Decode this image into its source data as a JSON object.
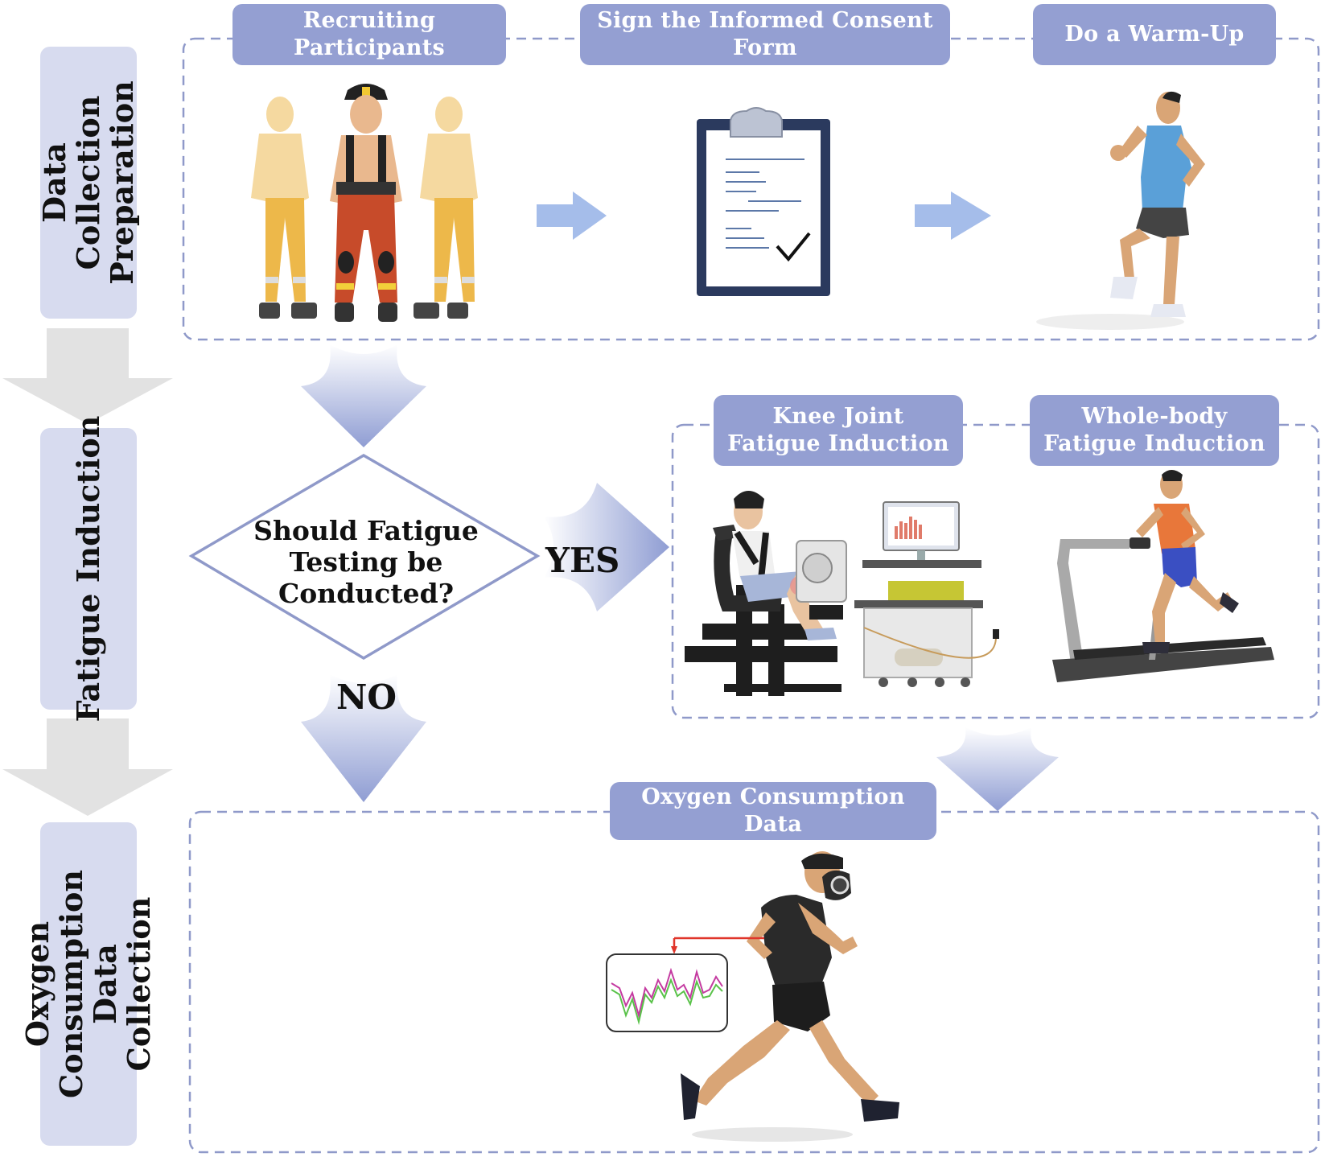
{
  "stages": {
    "preparation": "Data Collection\nPreparation",
    "fatigue": "Fatigue Induction",
    "oxygen": "Oxygen Consumption\nData Collection"
  },
  "steps": {
    "recruit": "Recruiting Participants",
    "consent": "Sign the Informed Consent Form",
    "warmup": "Do a Warm-Up",
    "knee": "Knee Joint\nFatigue Induction",
    "whole": "Whole-body\nFatigue Induction",
    "oxygen": "Oxygen Consumption Data"
  },
  "decision": {
    "question": "Should Fatigue\nTesting be\nConducted?",
    "yes": "YES",
    "no": "NO"
  },
  "colors": {
    "pill": "#949fd2",
    "stage_panel": "#d7dbef",
    "dashed_border": "#8f99c9",
    "gray_arrow": "#e2e2e2",
    "blue_arrow": "#a5bdea"
  }
}
